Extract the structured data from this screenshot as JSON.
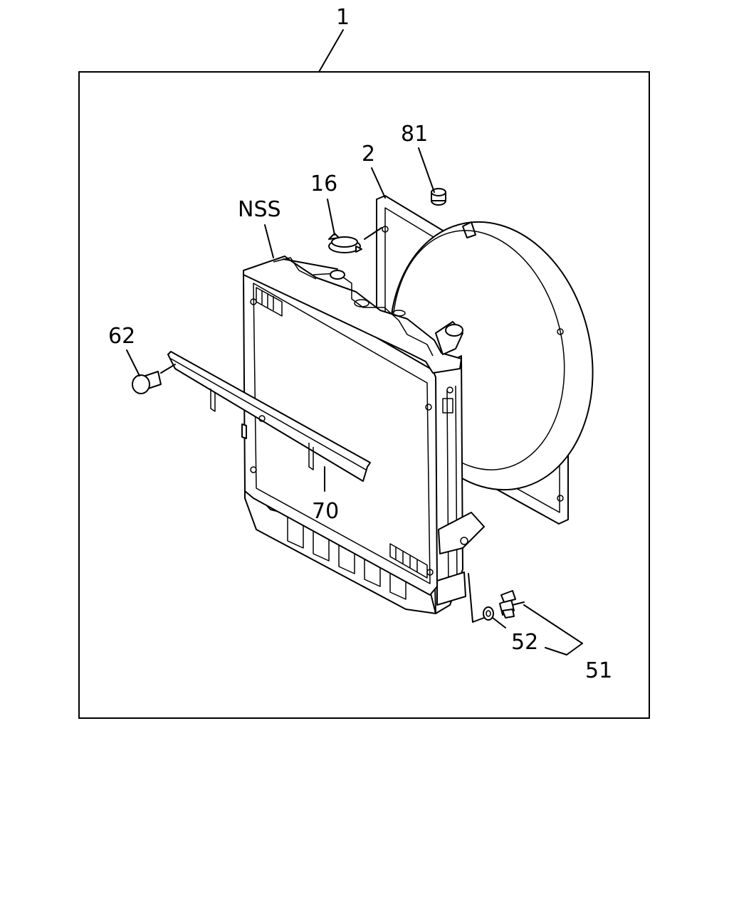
{
  "callouts": {
    "assembly": "1",
    "shroud": "2",
    "cap": "16",
    "nss": "NSS",
    "bolt_top": "81",
    "bolt_left": "62",
    "bracket": "70",
    "drain_plug": "52",
    "drain_assembly": "51"
  }
}
